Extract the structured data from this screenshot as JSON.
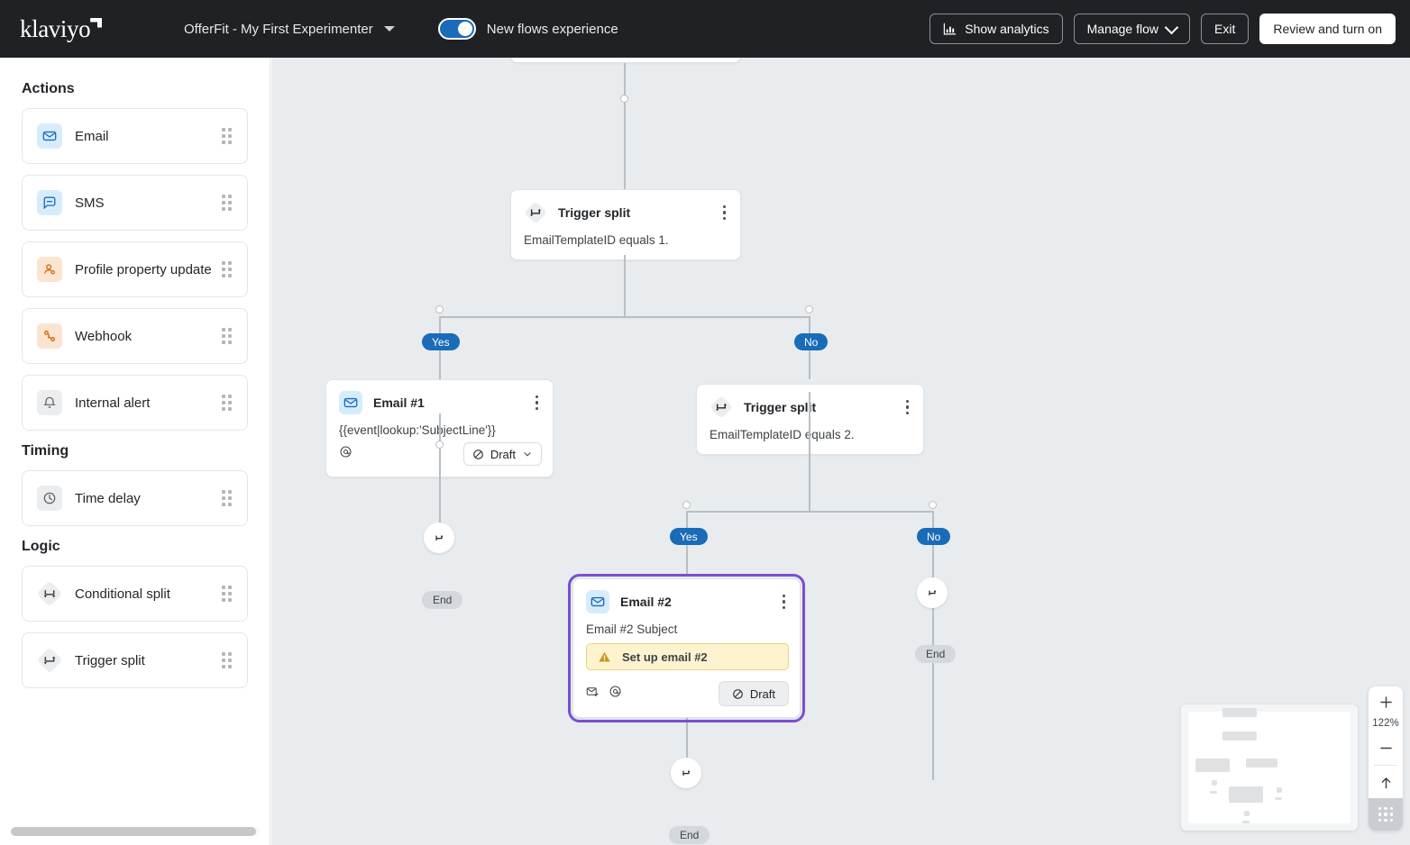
{
  "topbar": {
    "logo": "klaviyo",
    "flow_title": "OfferFit - My First Experimenter",
    "toggle_label": "New flows experience",
    "toggle_on": true,
    "show_analytics": "Show analytics",
    "manage_flow": "Manage flow",
    "exit": "Exit",
    "review_and_turn_on": "Review and turn on"
  },
  "sidebar": {
    "sections": [
      {
        "title": "Actions",
        "items": [
          {
            "label": "Email",
            "icon": "envelope-icon",
            "tone": "blue"
          },
          {
            "label": "SMS",
            "icon": "chat-bubble-icon",
            "tone": "blue"
          },
          {
            "label": "Profile property update",
            "icon": "person-gear-icon",
            "tone": "orange"
          },
          {
            "label": "Webhook",
            "icon": "webhook-icon",
            "tone": "orange"
          },
          {
            "label": "Internal alert",
            "icon": "bell-icon",
            "tone": "gray"
          }
        ]
      },
      {
        "title": "Timing",
        "items": [
          {
            "label": "Time delay",
            "icon": "clock-icon",
            "tone": "gray"
          }
        ]
      },
      {
        "title": "Logic",
        "items": [
          {
            "label": "Conditional split",
            "icon": "split-icon",
            "tone": "diamond"
          },
          {
            "label": "Trigger split",
            "icon": "split-icon",
            "tone": "diamond"
          }
        ]
      }
    ]
  },
  "canvas": {
    "nodes": {
      "trigger_split_1": {
        "title": "Trigger split",
        "subtitle": "EmailTemplateID equals 1."
      },
      "email_1": {
        "title": "Email #1",
        "subtitle": "{{event|lookup:'SubjectLine'}}",
        "status": "Draft"
      },
      "trigger_split_2": {
        "title": "Trigger split",
        "subtitle": "EmailTemplateID equals 2."
      },
      "email_2": {
        "title": "Email #2",
        "subtitle": "Email #2 Subject",
        "warning": "Set up email #2",
        "status": "Draft",
        "selected_color": "#7b4fd1"
      }
    },
    "branch_labels": {
      "yes_1": "Yes",
      "no_1": "No",
      "yes_2": "Yes",
      "no_2": "No"
    },
    "end_labels": {
      "end_1": "End",
      "end_2": "End",
      "end_3": "End"
    },
    "accent_blue": "#1a6bb8"
  },
  "zoom_control": {
    "zoom_in": "+",
    "zoom_level": "122%",
    "zoom_out": "−",
    "fit": "↑"
  }
}
